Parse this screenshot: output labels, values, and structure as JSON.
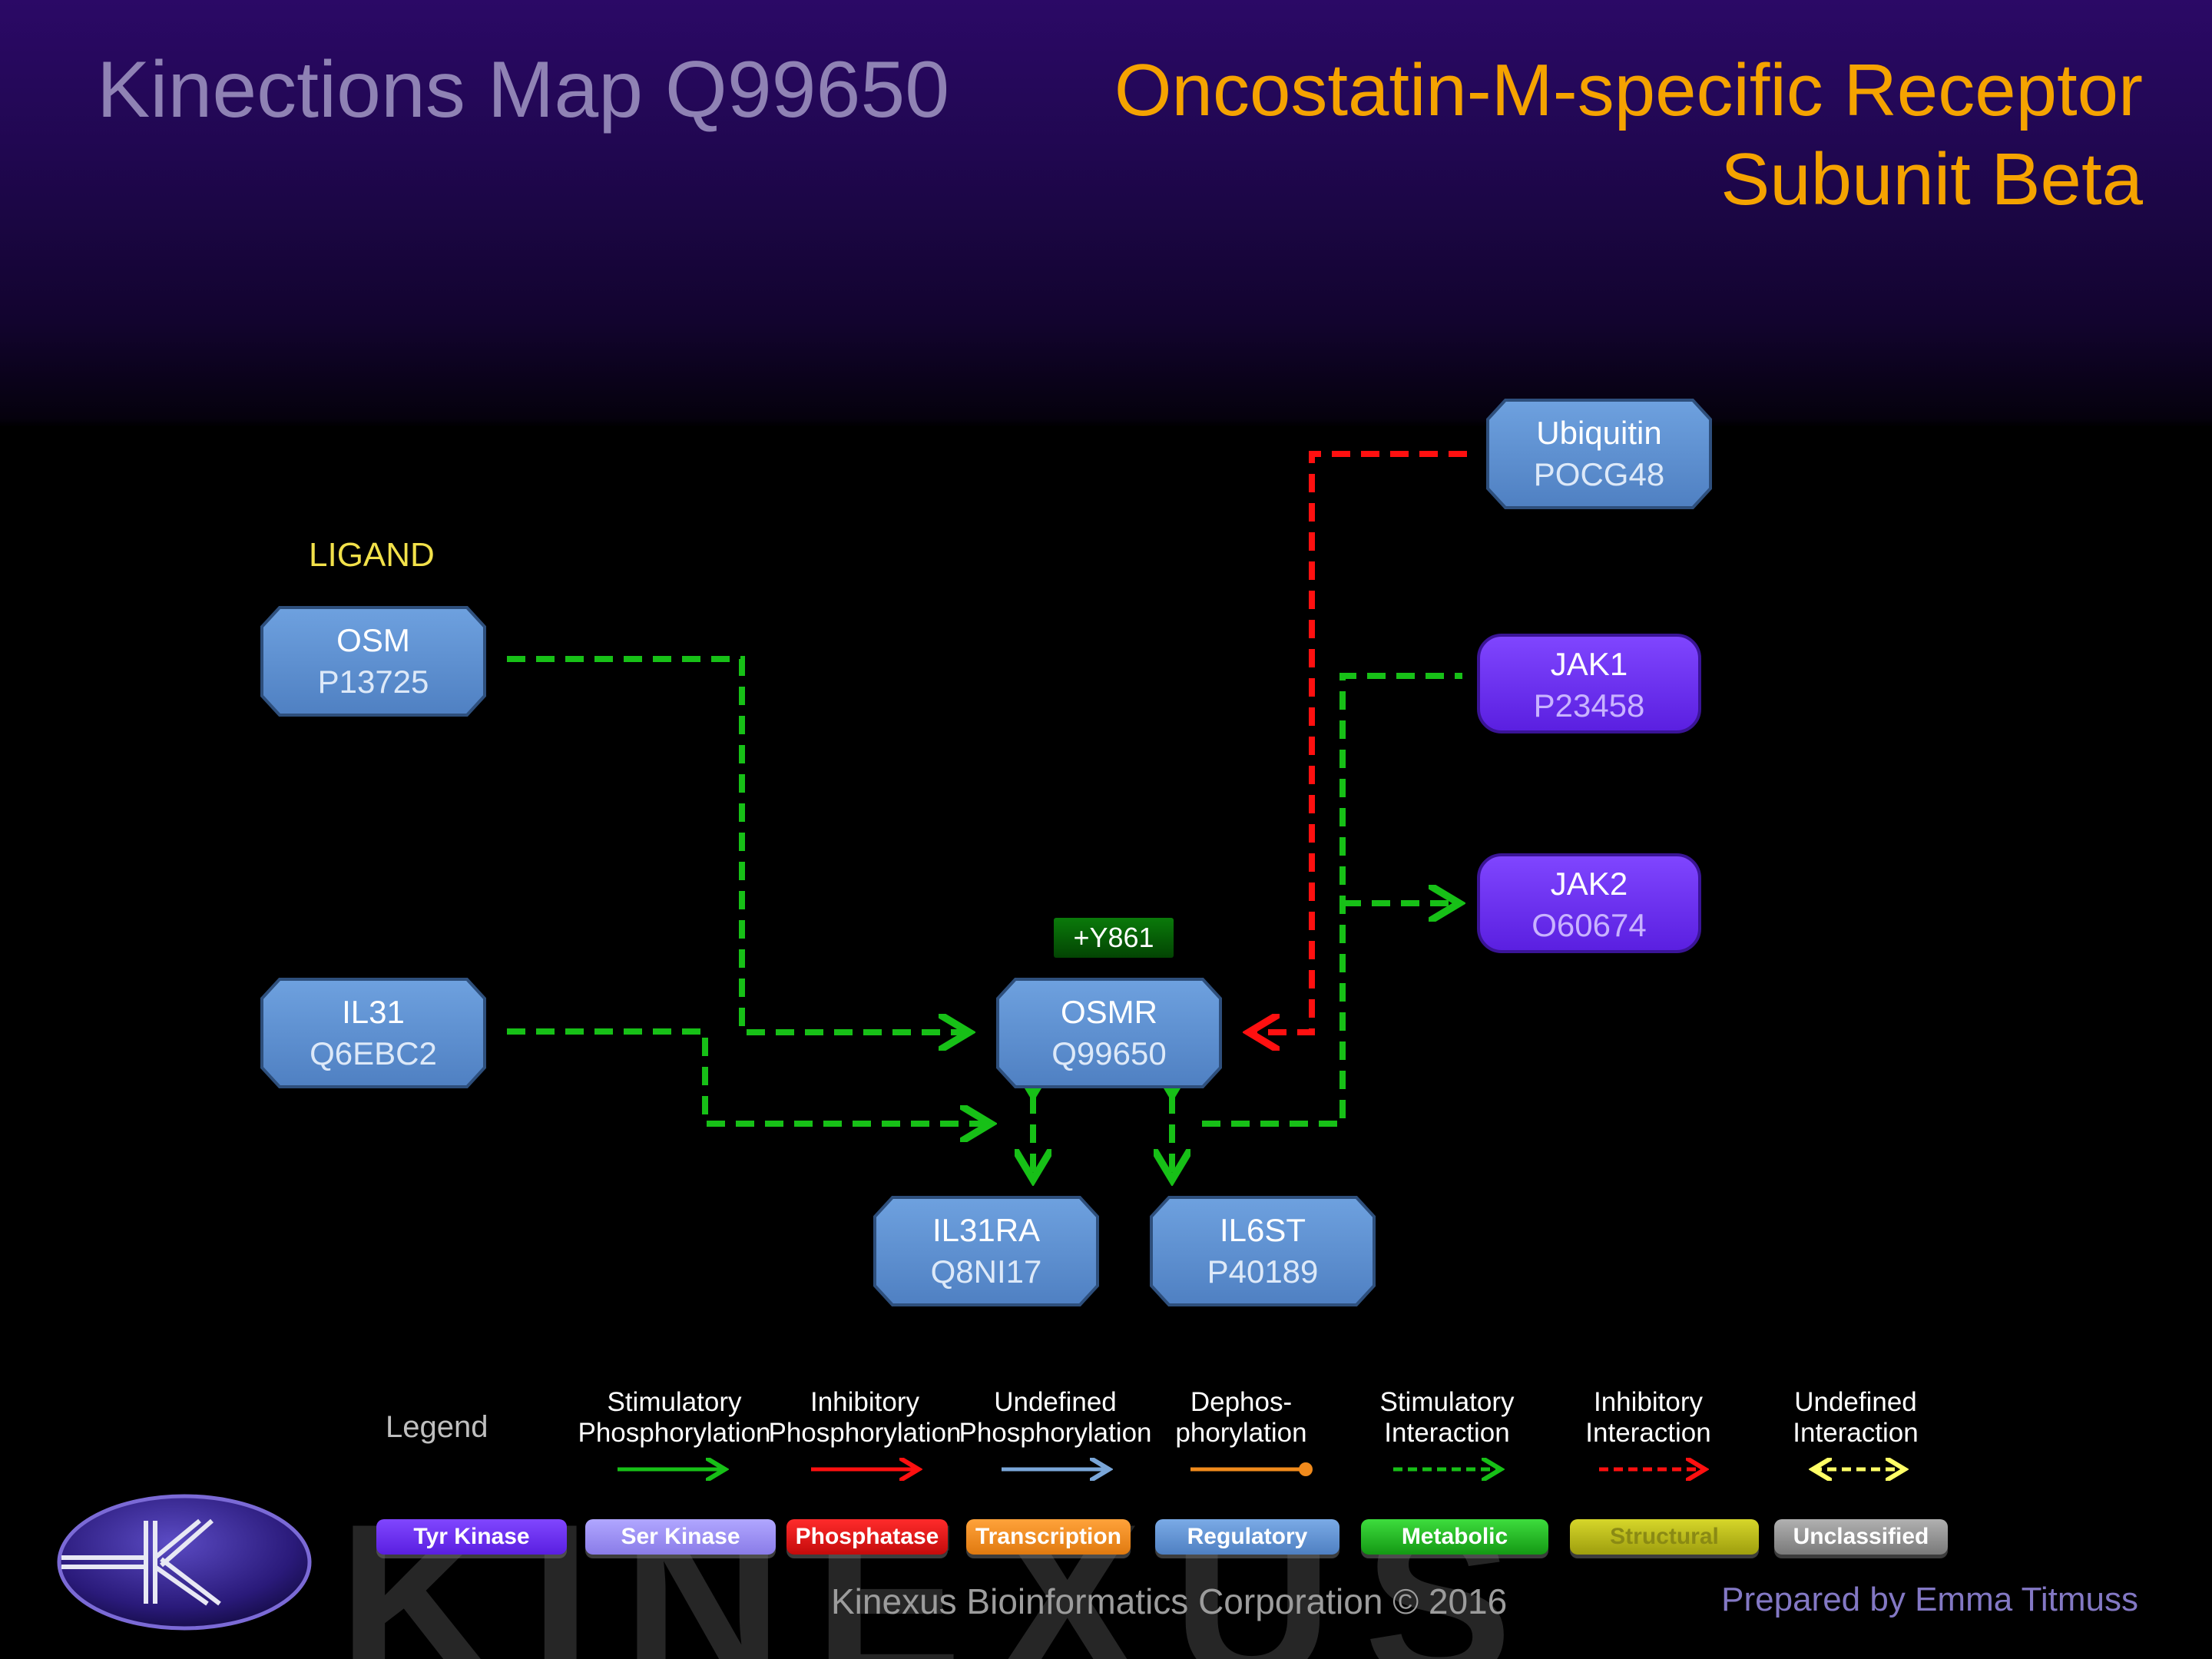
{
  "header": {
    "title_left": "Kinections Map Q99650",
    "title_right_line1": "Oncostatin-M-specific Receptor",
    "title_right_line2": "Subunit Beta"
  },
  "ligand_label": "LIGAND",
  "site_badge": "+Y861",
  "nodes": {
    "osm": {
      "name": "OSM",
      "accession": "P13725",
      "category": "Regulatory"
    },
    "il31": {
      "name": "IL31",
      "accession": "Q6EBC2",
      "category": "Regulatory"
    },
    "osmr": {
      "name": "OSMR",
      "accession": "Q99650",
      "category": "Regulatory"
    },
    "il31ra": {
      "name": "IL31RA",
      "accession": "Q8NI17",
      "category": "Regulatory"
    },
    "il6st": {
      "name": "IL6ST",
      "accession": "P40189",
      "category": "Regulatory"
    },
    "ubiquitin": {
      "name": "Ubiquitin",
      "accession": "POCG48",
      "category": "Regulatory"
    },
    "jak1": {
      "name": "JAK1",
      "accession": "P23458",
      "category": "Tyr Kinase"
    },
    "jak2": {
      "name": "JAK2",
      "accession": "O60674",
      "category": "Tyr Kinase"
    }
  },
  "edges": [
    {
      "from": "OSM",
      "to": "OSMR",
      "type": "Stimulatory Interaction"
    },
    {
      "from": "IL31",
      "to": "OSMR",
      "type": "Stimulatory Interaction"
    },
    {
      "from": "Ubiquitin",
      "to": "OSMR",
      "type": "Inhibitory Interaction"
    },
    {
      "from": "OSMR",
      "to": "JAK1",
      "type": "Stimulatory Interaction"
    },
    {
      "from": "OSMR",
      "to": "JAK2",
      "type": "Stimulatory Interaction"
    },
    {
      "from": "OSMR",
      "to": "IL31RA",
      "type": "Stimulatory Interaction",
      "bidirectional": true
    },
    {
      "from": "OSMR",
      "to": "IL6ST",
      "type": "Stimulatory Interaction",
      "bidirectional": true
    }
  ],
  "legend": {
    "title": "Legend",
    "arrows": [
      {
        "line1": "Stimulatory",
        "line2": "Phosphorylation",
        "color": "#17c017",
        "style": "solid"
      },
      {
        "line1": "Inhibitory",
        "line2": "Phosphorylation",
        "color": "#ff1010",
        "style": "solid"
      },
      {
        "line1": "Undefined",
        "line2": "Phosphorylation",
        "color": "#7aa6d8",
        "style": "solid"
      },
      {
        "line1": "Dephos-",
        "line2": "phorylation",
        "color": "#f08a1c",
        "style": "circle"
      },
      {
        "line1": "Stimulatory",
        "line2": "Interaction",
        "color": "#17c017",
        "style": "dashed"
      },
      {
        "line1": "Inhibitory",
        "line2": "Interaction",
        "color": "#ff1010",
        "style": "dashed"
      },
      {
        "line1": "Undefined",
        "line2": "Interaction",
        "color": "#ffff66",
        "style": "dashed-both"
      }
    ],
    "categories": [
      {
        "label": "Tyr Kinase",
        "color": "#6a2cf0"
      },
      {
        "label": "Ser Kinase",
        "color": "#9a8cf0"
      },
      {
        "label": "Phosphatase",
        "color": "#e01414"
      },
      {
        "label": "Transcription",
        "color": "#f08a1c"
      },
      {
        "label": "Regulatory",
        "color": "#5b8fd2"
      },
      {
        "label": "Metabolic",
        "color": "#1dbd1d"
      },
      {
        "label": "Structural",
        "color": "#bdbd14"
      },
      {
        "label": "Unclassified",
        "color": "#9a9a9a"
      }
    ]
  },
  "watermark": "KINEXUS",
  "footer": {
    "company": "Kinexus Bioinformatics Corporation © 2016",
    "prepared_by": "Prepared by Emma Titmuss"
  }
}
